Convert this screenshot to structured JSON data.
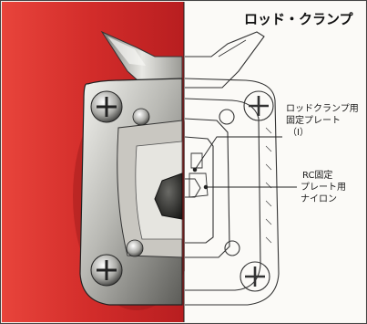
{
  "title": "ロッド・クランプ",
  "labels": {
    "plate_line1": "ロッドクランプ用",
    "plate_line2": "固定プレート",
    "plate_line3": "（Ⅰ）",
    "nylon_line1": "RC固定",
    "nylon_line2": "プレート用",
    "nylon_line3": "ナイロン"
  },
  "colors": {
    "red_panel": "#d02a2a",
    "metal_dark": "#2a2a2a",
    "metal_light": "#d9d9d6",
    "drawing_bg": "#fbfaf7",
    "line": "#333333"
  }
}
